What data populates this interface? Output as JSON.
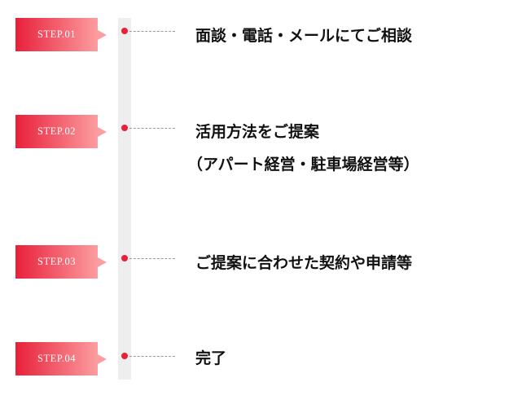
{
  "steps": [
    {
      "label": "STEP.01",
      "lines": [
        "面談・電話・メールにてご相談"
      ]
    },
    {
      "label": "STEP.02",
      "lines": [
        "活用方法をご提案",
        "（アパート経営・駐車場経営等）"
      ]
    },
    {
      "label": "STEP.03",
      "lines": [
        "ご提案に合わせた契約や申請等"
      ]
    },
    {
      "label": "STEP.04",
      "lines": [
        "完了"
      ]
    }
  ],
  "colors": {
    "accent": "#e8203a",
    "accent_light": "#fc9da0",
    "track": "#eeeeee"
  }
}
